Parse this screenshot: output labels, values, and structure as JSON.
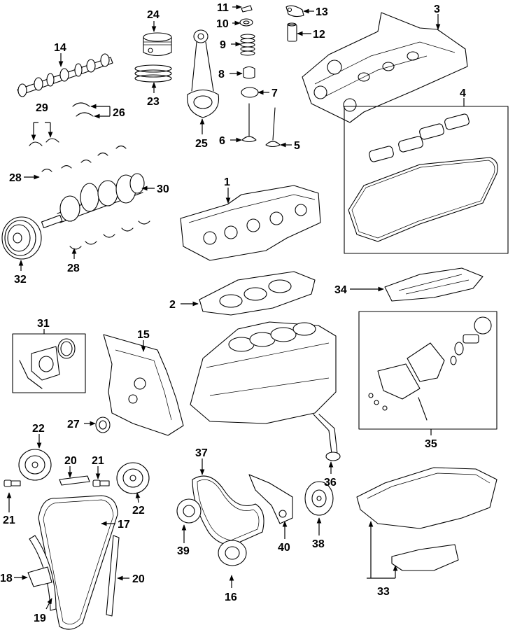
{
  "callouts": {
    "c1": "1",
    "c2": "2",
    "c3": "3",
    "c4": "4",
    "c5": "5",
    "c6": "6",
    "c7": "7",
    "c8": "8",
    "c9": "9",
    "c10": "10",
    "c11": "11",
    "c12": "12",
    "c13": "13",
    "c14": "14",
    "c15": "15",
    "c16": "16",
    "c17": "17",
    "c18": "18",
    "c19": "19",
    "c20a": "20",
    "c20b": "20",
    "c21a": "21",
    "c21b": "21",
    "c22a": "22",
    "c22b": "22",
    "c23": "23",
    "c24": "24",
    "c25": "25",
    "c26": "26",
    "c27": "27",
    "c28a": "28",
    "c28b": "28",
    "c29": "29",
    "c30": "30",
    "c31": "31",
    "c32": "32",
    "c33": "33",
    "c34": "34",
    "c35": "35",
    "c36": "36",
    "c37": "37",
    "c38": "38",
    "c39": "39",
    "c40": "40"
  }
}
